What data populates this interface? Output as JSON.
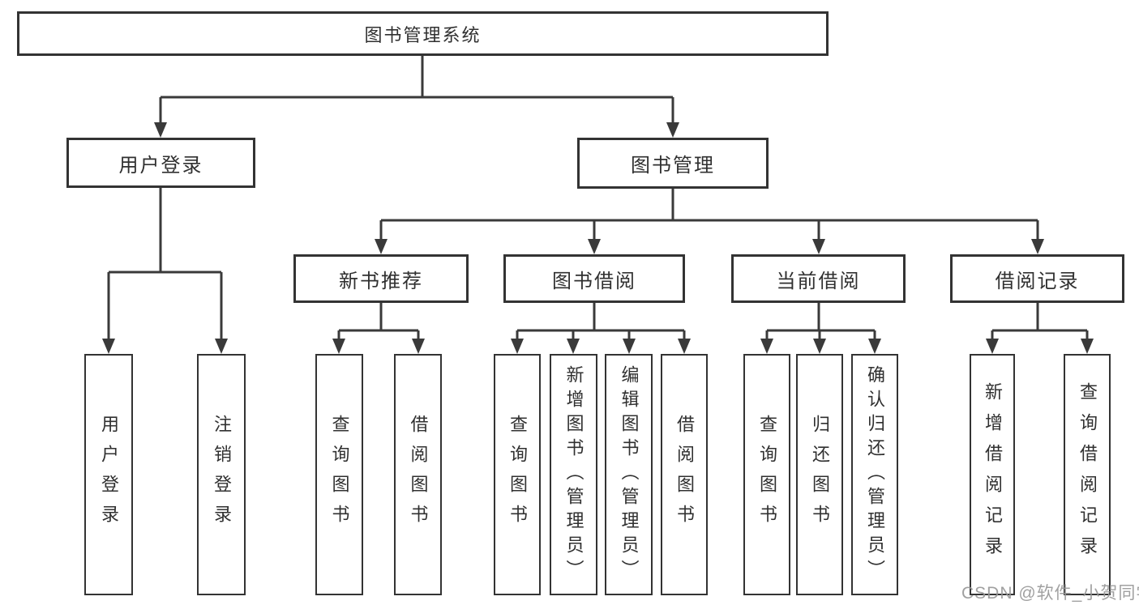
{
  "tree": {
    "label": "图书管理系统",
    "children": [
      {
        "label": "用户登录",
        "children": [
          {
            "label": "用户登录"
          },
          {
            "label": "注销登录"
          }
        ]
      },
      {
        "label": "图书管理",
        "children": [
          {
            "label": "新书推荐",
            "children": [
              {
                "label": "查询图书"
              },
              {
                "label": "借阅图书"
              }
            ]
          },
          {
            "label": "图书借阅",
            "children": [
              {
                "label": "查询图书"
              },
              {
                "label": "新增图书（管理员）"
              },
              {
                "label": "编辑图书（管理员）"
              },
              {
                "label": "借阅图书"
              }
            ]
          },
          {
            "label": "当前借阅",
            "children": [
              {
                "label": "查询图书"
              },
              {
                "label": "归还图书"
              },
              {
                "label": "确认归还（管理员）"
              }
            ]
          },
          {
            "label": "借阅记录",
            "children": [
              {
                "label": "新增借阅记录"
              },
              {
                "label": "查询借阅记录"
              }
            ]
          }
        ]
      }
    ]
  },
  "watermark": {
    "text": "CSDN @软件_小贺同学"
  },
  "colors": {
    "line": "#3a3a3a",
    "box_border": "#333333",
    "text": "#303030",
    "watermark": "#969696",
    "background": "#ffffff"
  }
}
